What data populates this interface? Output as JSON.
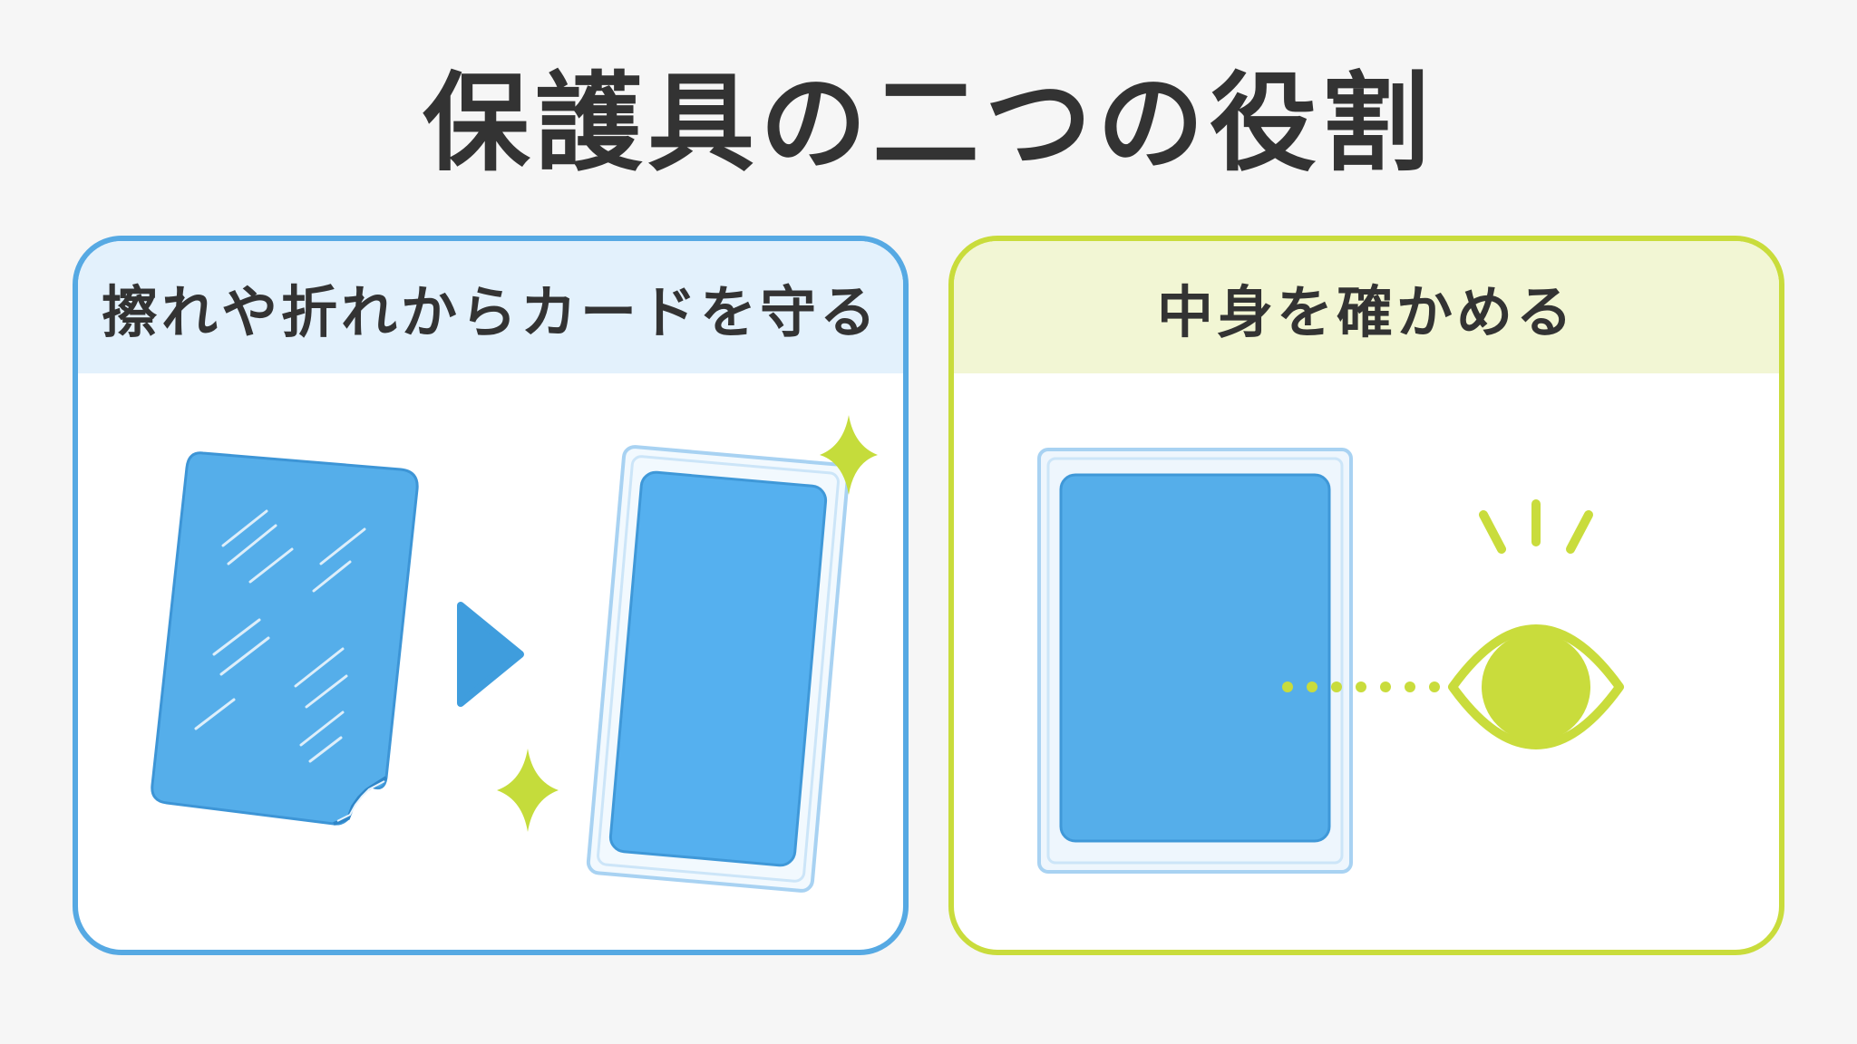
{
  "title": "保護具の二つの役割",
  "panels": {
    "protect": {
      "heading": "擦れや折れからカードを守る"
    },
    "check": {
      "heading": "中身を確かめる"
    }
  },
  "icons": {
    "worn_card": "worn-card-icon",
    "arrow": "arrow-right-icon",
    "sleeved_card": "sleeved-card-icon",
    "sparkle": "sparkle-icon",
    "eye": "eye-icon",
    "sight_line": "dotted-line-icon"
  },
  "colors": {
    "left_accent": "#56a9e3",
    "left_header_bg": "#e3f1fc",
    "right_accent": "#c9dc3c",
    "right_header_bg": "#f2f6d4",
    "card_blue": "#55aeea",
    "text": "#333333"
  }
}
